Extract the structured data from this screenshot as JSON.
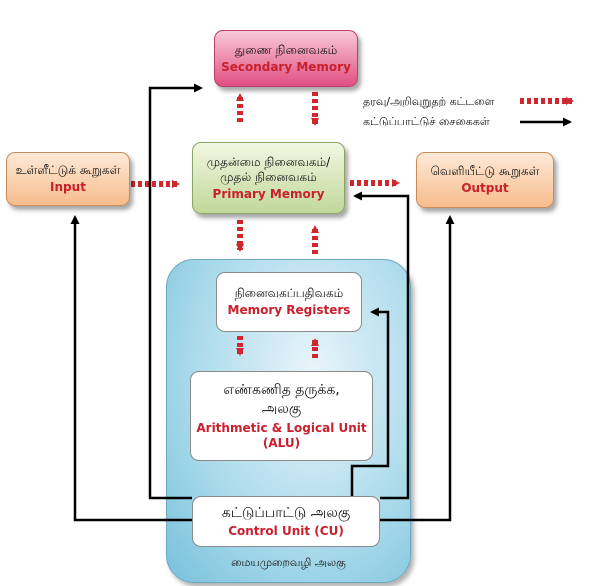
{
  "secondary": {
    "ta": "துணை நினைவகம்",
    "en": "Secondary Memory"
  },
  "primary": {
    "ta1": "முதன்மை நினைவகம்/",
    "ta2": "முதல் நினைவகம்",
    "en": "Primary Memory"
  },
  "input": {
    "ta": "உள்ளீட்டுக் கூறுகள்",
    "en": "Input"
  },
  "output": {
    "ta": "வெளியீட்டு கூறுகள்",
    "en": "Output"
  },
  "memreg": {
    "ta": "நினைவகப்பதிவகம்",
    "en": "Memory Registers"
  },
  "alu": {
    "ta1": "எண்கணித தருக்க,",
    "ta2": "அலகு",
    "en1": "Arithmetic & Logical Unit",
    "en2": "(ALU)"
  },
  "cu": {
    "ta": "கட்டுப்பாட்டு அலகு",
    "en": "Control Unit (CU)"
  },
  "cpu": {
    "label": "மையமுறைவழி அலகு"
  },
  "legend": {
    "data_flow": "தரவு/அறிவுறுதற் கட்டளை",
    "control_flow": "கட்டுப்பாட்டுச் சைகைகள்"
  },
  "colors": {
    "data_arrow": "#d0262e",
    "control_arrow": "#000000"
  }
}
